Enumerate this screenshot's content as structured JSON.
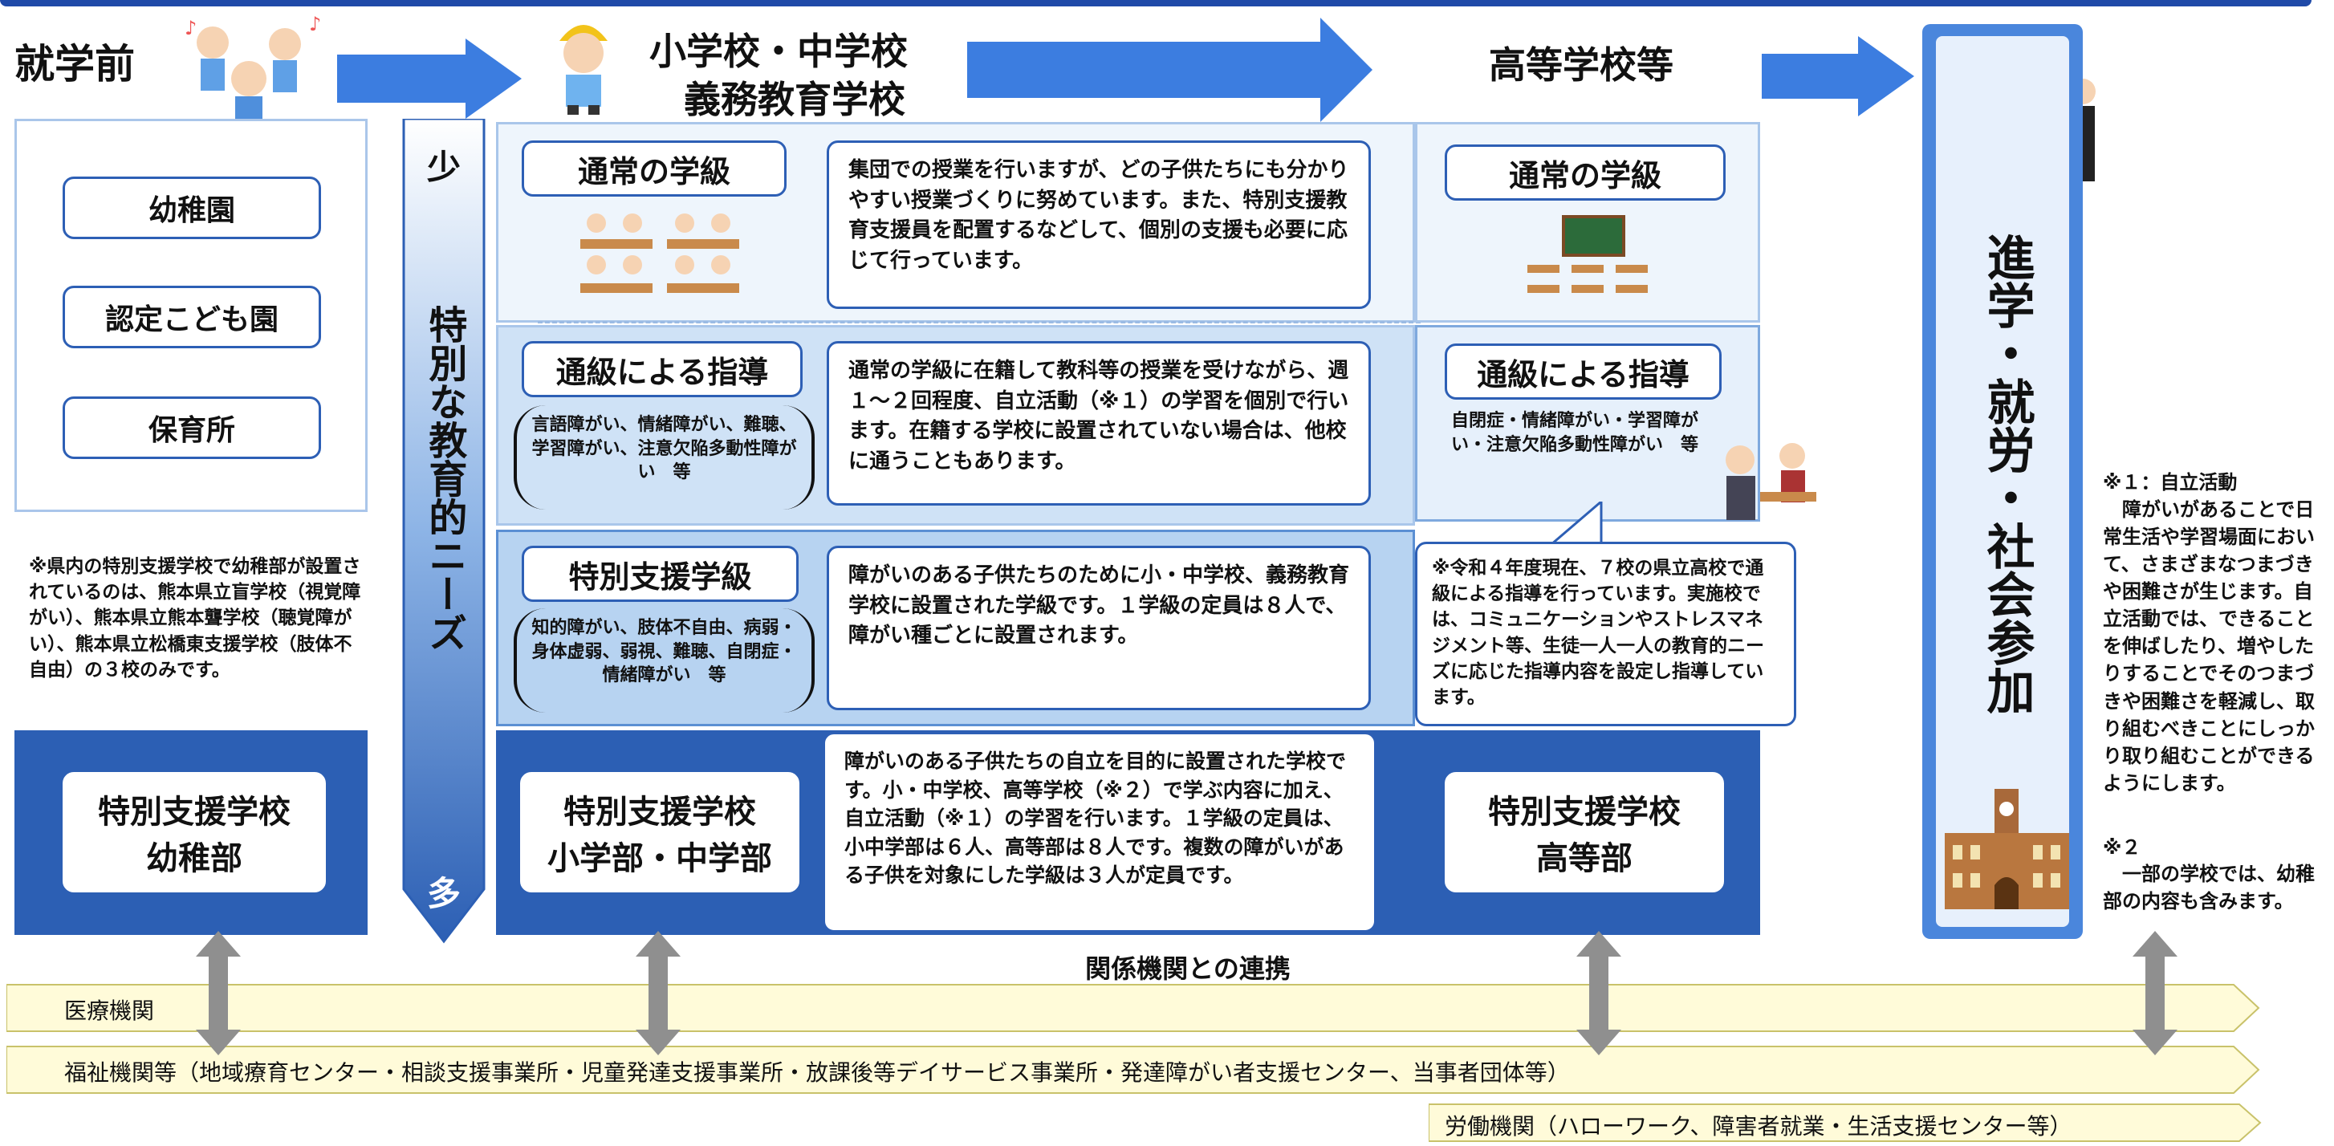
{
  "stages": {
    "preschool": "就学前",
    "elementary_line1": "小学校・中学校",
    "elementary_line2": "義務教育学校",
    "high_school": "高等学校等"
  },
  "preschool": {
    "items": [
      "幼稚園",
      "認定こども園",
      "保育所"
    ],
    "note": "※県内の特別支援学校で幼稚部が設置されているのは、熊本県立盲学校（視覚障がい）、熊本県立熊本聾学校（聴覚障がい）、熊本県立松橋東支援学校（肢体不自由）の３校のみです。",
    "special_school_line1": "特別支援学校",
    "special_school_line2": "幼稚部"
  },
  "needs_bar": {
    "top": "少",
    "label": "特別な教育的ニーズ",
    "bottom": "多"
  },
  "elementary": {
    "regular_title": "通常の学級",
    "regular_desc": "集団での授業を行いますが、どの子供たちにも分かりやすい授業づくりに努めています。また、特別支援教育支援員を配置するなどして、個別の支援も必要に応じて行っています。",
    "tsukyu_title": "通級による指導",
    "tsukyu_list": "言語障がい、情緒障がい、難聴、学習障がい、注意欠陥多動性障がい　等",
    "tsukyu_desc": "通常の学級に在籍して教科等の授業を受けながら、週１～２回程度、自立活動（※１）の学習を個別で行います。在籍する学校に設置されていない場合は、他校に通うこともあります。",
    "special_class_title": "特別支援学級",
    "special_class_list": "知的障がい、肢体不自由、病弱・身体虚弱、弱視、難聴、自閉症・情緒障がい　等",
    "special_class_desc": "障がいのある子供たちのために小・中学校、義務教育学校に設置された学級です。１学級の定員は８人で、障がい種ごとに設置されます。",
    "special_school_line1": "特別支援学校",
    "special_school_line2": "小学部・中学部",
    "special_school_desc": "障がいのある子供たちの自立を目的に設置された学校です。小・中学校、高等学校（※２）で学ぶ内容に加え、自立活動（※１）の学習を行います。１学級の定員は、小中学部は６人、高等部は８人です。複数の障がいがある子供を対象にした学級は３人が定員です。"
  },
  "high_school": {
    "regular_title": "通常の学級",
    "tsukyu_title": "通級による指導",
    "tsukyu_list": "自閉症・情緒障がい・学習障がい・注意欠陥多動性障がい　等",
    "note": "※令和４年度現在、７校の県立高校で通級による指導を行っています。実施校では、コミュニケーションやストレスマネジメント等、生徒一人一人の教育的ニーズに応じた指導内容を設定し指導しています。",
    "special_school_line1": "特別支援学校",
    "special_school_line2": "高等部"
  },
  "career": {
    "label": "進学・就労・社会参加"
  },
  "footnotes": {
    "note1_title": "※１：自立活動",
    "note1_body": "障がいがあることで日常生活や学習場面において、さまざまなつまづきや困難さが生じます。自立活動では、できることを伸ばしたり、増やしたりすることでそのつまづきや困難さを軽減し、取り組むべきことにしっかり取り組むことができるようにします。",
    "note2_title": "※２",
    "note2_body": "一部の学校では、幼稚部の内容も含みます。"
  },
  "cooperation": {
    "title": "関係機関との連携",
    "medical": "医療機関",
    "welfare": "福祉機関等（地域療育センター・相談支援事業所・児童発達支援事業所・放課後等デイサービス事業所・発達障がい者支援センター、当事者団体等）",
    "labor": "労働機関（ハローワーク、障害者就業・生活支援センター等）"
  },
  "icons": [
    "children-icon",
    "student-icon",
    "classroom-icon",
    "workers-icon",
    "teacher-student-icon",
    "university-building-icon"
  ],
  "colors": {
    "blue_dark": "#2c5fb4",
    "blue_mid": "#cfe2f6",
    "blue_light": "#eef5fc",
    "strip_yellow": "#fffbd9",
    "arrow_gray": "#8f8f8f"
  }
}
